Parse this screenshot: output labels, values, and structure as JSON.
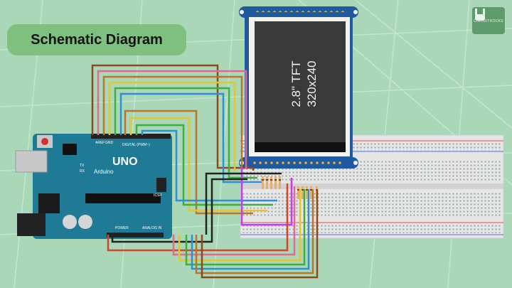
{
  "title": "Schematic Diagram",
  "logo": {
    "caption": "CIRCUITROCKS",
    "icon": "rock-hand-icon"
  },
  "display": {
    "size_label": "2.8\" TFT",
    "resolution_label": "320x240"
  },
  "arduino": {
    "board_name": "UNO",
    "brand": "Arduino",
    "digital_label": "DIGITAL (PWM~)",
    "power_label": "POWER",
    "analog_label": "ANALOG IN",
    "icsp_label": "ICSP",
    "tx_label": "TX",
    "rx_label": "RX",
    "aref_label": "AREF",
    "gnd_label": "GND"
  },
  "colors": {
    "background": "#a9d7b8",
    "arduino_board": "#1f7a96",
    "tft_board": "#1f5aa0",
    "tft_screen": "#3a3a3a",
    "breadboard": "#e6e6e6",
    "wires": [
      "#8b4a1e",
      "#b8762a",
      "#e6c630",
      "#3fae3f",
      "#2f8fd6",
      "#c03aff",
      "#e26a8e",
      "#d4462a",
      "#222222",
      "#9a9a9a"
    ]
  }
}
